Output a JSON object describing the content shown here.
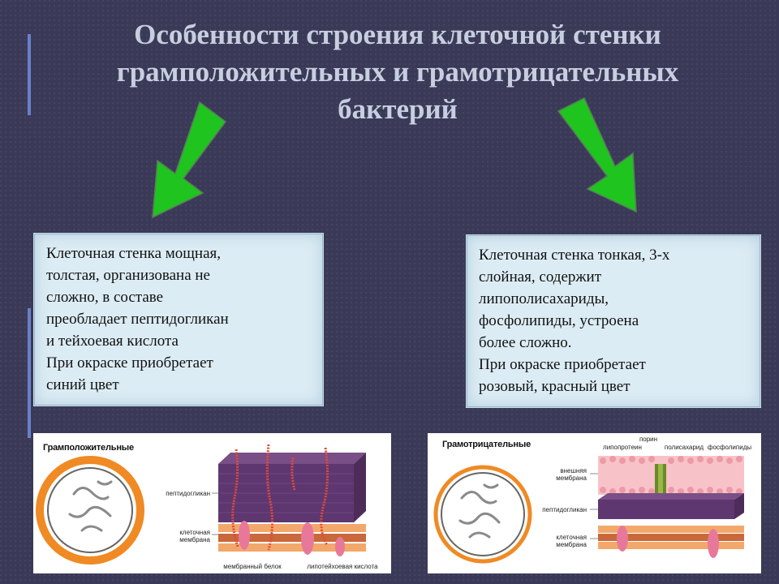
{
  "title": {
    "line1": "Особенности строения клеточной стенки",
    "line2": "грамположительных и грамотрицательных",
    "line3": "бактерий"
  },
  "colors": {
    "background": "#3a3a58",
    "title": "#c7cedf",
    "arrow": "#1fc41f",
    "box_fill": "#dcecf4",
    "bracket": "#6a80c8"
  },
  "icons": {
    "left_arrow": "green-arrow-down-left",
    "right_arrow": "green-arrow-down-right"
  },
  "left_box": {
    "line1": "Клеточная стенка мощная,",
    "line2": "толстая, организована не",
    "line3": "сложно, в составе",
    "line4": "преобладает пептидогликан",
    "line5": "и тейхоевая кислота",
    "line6": "При окраске приобретает",
    "line7": "синий цвет"
  },
  "right_box": {
    "line1": "Клеточная стенка тонкая, 3-х",
    "line2": "слойная, содержит",
    "line3": "липополисахариды,",
    "line4": "фосфолипиды, устроена",
    "line5": "более сложно.",
    "line6": "При окраске приобретает",
    "line7": "розовый, красный цвет"
  },
  "gram_positive_figure": {
    "heading": "Грамположительные",
    "peptidoglycan": "пептидогликан",
    "membrane_l1": "клеточная",
    "membrane_l2": "мембрана",
    "membrane_protein": "мембранный белок",
    "lipoteichoic": "липотейхоевая кислота"
  },
  "gram_negative_figure": {
    "heading": "Грамотрицательные",
    "porin": "порин",
    "lipoprotein": "липопротеин",
    "polysaccharide": "полисахарид",
    "phospholipids": "фосфолипиды",
    "outer_l1": "внешняя",
    "outer_l2": "мембрана",
    "peptidoglycan": "пептидогликан",
    "membrane_l1": "клеточная",
    "membrane_l2": "мембрана"
  }
}
